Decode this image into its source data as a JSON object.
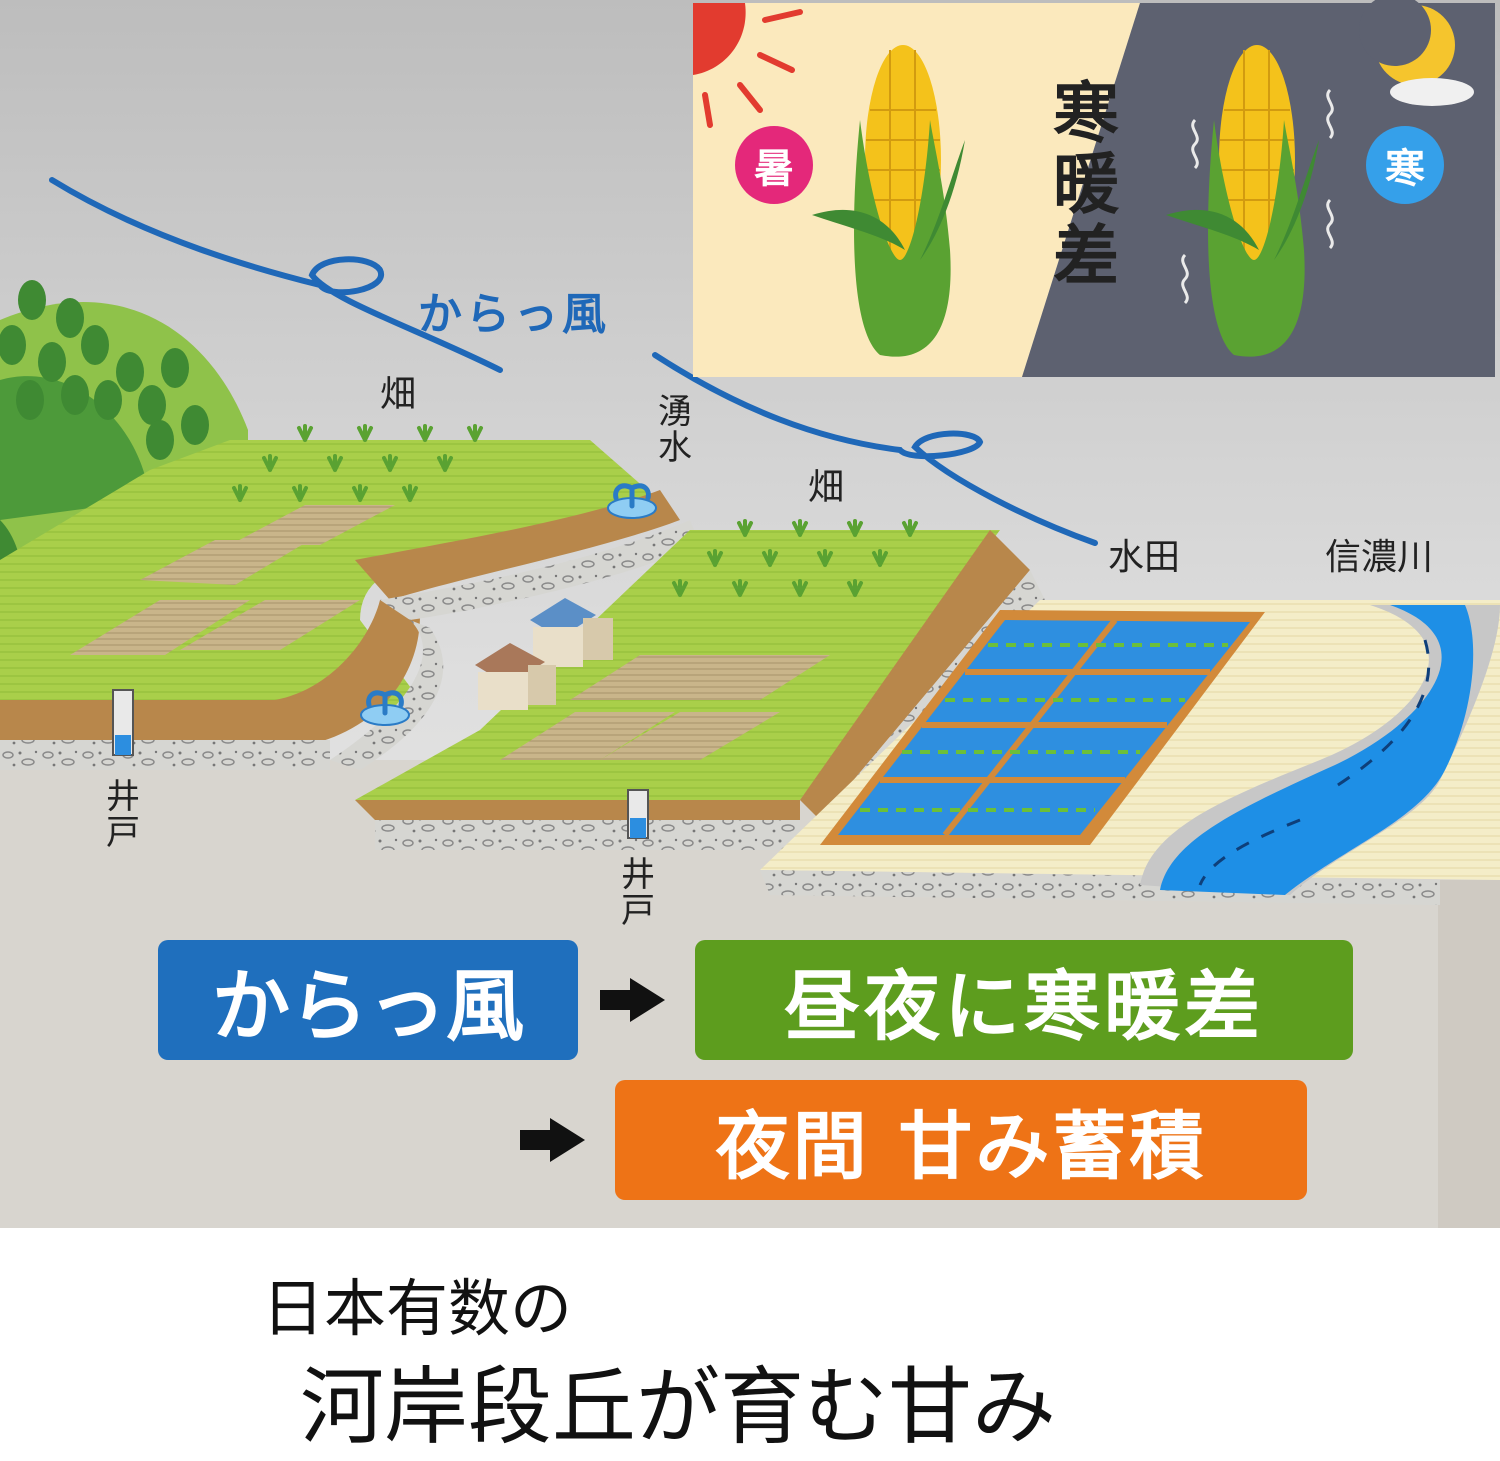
{
  "wind_label": "からっ風",
  "labels": {
    "field_upper": "畑",
    "spring": "湧\n水",
    "field_middle": "畑",
    "paddy": "水田",
    "river": "信濃川",
    "well_left": "井\n戸",
    "well_middle": "井\n戸"
  },
  "inset": {
    "title": "寒\n暖\n差",
    "hot_badge": "暑",
    "cold_badge": "寒"
  },
  "flow": {
    "step1": "からっ風",
    "step2": "昼夜に寒暖差",
    "step3": "夜間 甘み蓄積"
  },
  "caption": {
    "line1": "日本有数の",
    "line2": "河岸段丘が育む甘み"
  },
  "colors": {
    "wind_blue": "#1f68b8",
    "step1_blue": "#1f6fbd",
    "step2_green": "#5d9d1e",
    "step3_orange": "#ee7316",
    "hot_pink": "#e4287a",
    "cold_blue": "#35a0ea"
  }
}
